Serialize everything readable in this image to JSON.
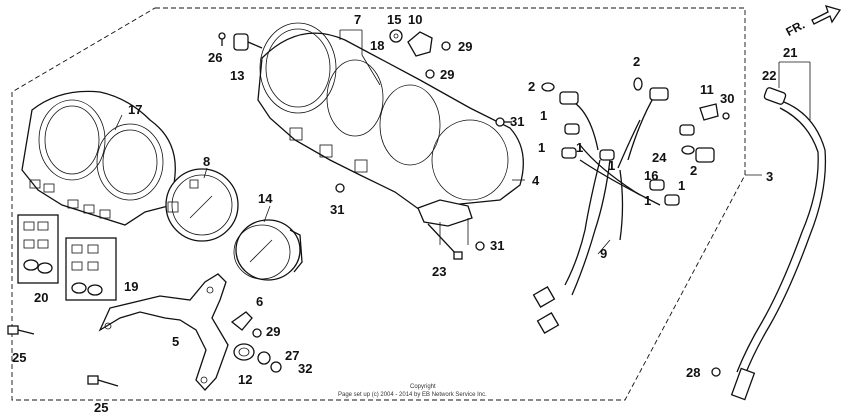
{
  "callouts": [
    {
      "id": "c1",
      "text": "1"
    },
    {
      "id": "c1b",
      "text": "1"
    },
    {
      "id": "c1c",
      "text": "1"
    },
    {
      "id": "c1d",
      "text": "1"
    },
    {
      "id": "c1e",
      "text": "1"
    },
    {
      "id": "c1f",
      "text": "1"
    },
    {
      "id": "c2",
      "text": "2"
    },
    {
      "id": "c2b",
      "text": "2"
    },
    {
      "id": "c2c",
      "text": "2"
    },
    {
      "id": "c2d",
      "text": "2"
    },
    {
      "id": "c3",
      "text": "3"
    },
    {
      "id": "c4",
      "text": "4"
    },
    {
      "id": "c5",
      "text": "5"
    },
    {
      "id": "c6",
      "text": "6"
    },
    {
      "id": "c7",
      "text": "7"
    },
    {
      "id": "c8",
      "text": "8"
    },
    {
      "id": "c9",
      "text": "9"
    },
    {
      "id": "c10",
      "text": "10"
    },
    {
      "id": "c11",
      "text": "11"
    },
    {
      "id": "c12",
      "text": "12"
    },
    {
      "id": "c13",
      "text": "13"
    },
    {
      "id": "c14",
      "text": "14"
    },
    {
      "id": "c15",
      "text": "15"
    },
    {
      "id": "c16",
      "text": "16"
    },
    {
      "id": "c17",
      "text": "17"
    },
    {
      "id": "c18",
      "text": "18"
    },
    {
      "id": "c19",
      "text": "19"
    },
    {
      "id": "c20",
      "text": "20"
    },
    {
      "id": "c21",
      "text": "21"
    },
    {
      "id": "c22",
      "text": "22"
    },
    {
      "id": "c23",
      "text": "23"
    },
    {
      "id": "c24",
      "text": "24"
    },
    {
      "id": "c25",
      "text": "25"
    },
    {
      "id": "c25b",
      "text": "25"
    },
    {
      "id": "c26",
      "text": "26"
    },
    {
      "id": "c27",
      "text": "27"
    },
    {
      "id": "c28",
      "text": "28"
    },
    {
      "id": "c29",
      "text": "29"
    },
    {
      "id": "c29b",
      "text": "29"
    },
    {
      "id": "c29c",
      "text": "29"
    },
    {
      "id": "c30",
      "text": "30"
    },
    {
      "id": "c31",
      "text": "31"
    },
    {
      "id": "c31b",
      "text": "31"
    },
    {
      "id": "c31c",
      "text": "31"
    },
    {
      "id": "c32",
      "text": "32"
    }
  ],
  "direction_label": "FR.",
  "copyright": {
    "line1": "Copyright",
    "line2": "Page set up (c) 2004 - 2014 by EB Network Service Inc."
  }
}
